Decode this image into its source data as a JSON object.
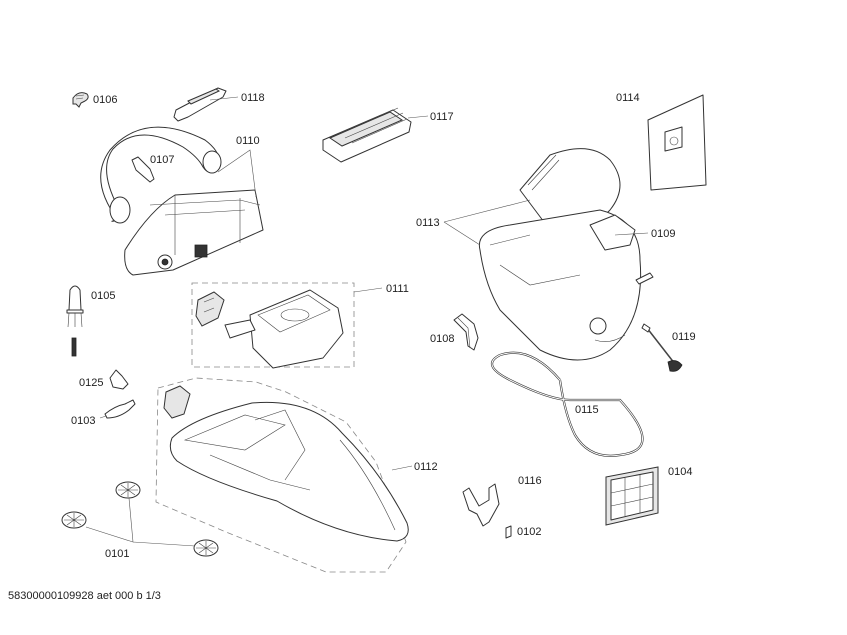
{
  "diagram": {
    "type": "exploded-parts-view",
    "subject": "vacuum cleaner",
    "labels": {
      "p0101": "0101",
      "p0102": "0102",
      "p0103": "0103",
      "p0104": "0104",
      "p0105": "0105",
      "p0106": "0106",
      "p0107": "0107",
      "p0108": "0108",
      "p0109": "0109",
      "p0110": "0110",
      "p0111": "0111",
      "p0112": "0112",
      "p0113": "0113",
      "p0114": "0114",
      "p0115": "0115",
      "p0116": "0116",
      "p0117": "0117",
      "p0118": "0118",
      "p0119": "0119",
      "p0125": "0125"
    },
    "footer": "58300000109928 aet 000 b 1/3"
  }
}
